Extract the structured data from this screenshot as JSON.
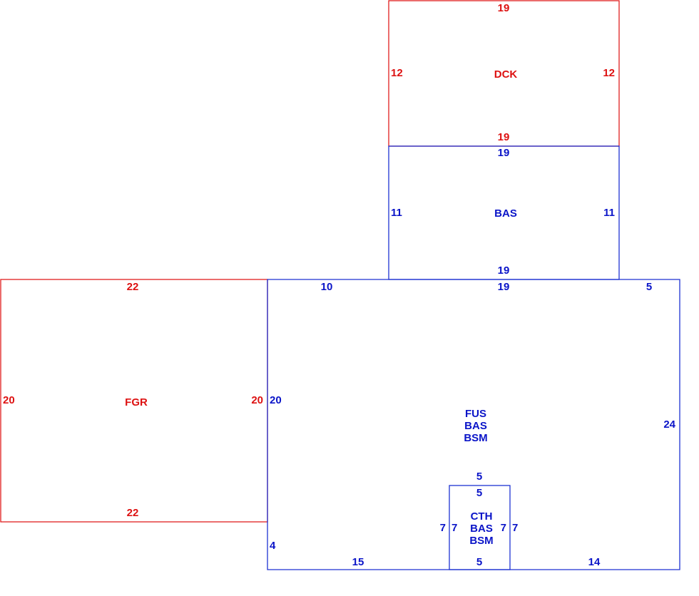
{
  "colors": {
    "red": "#dd1111",
    "blue": "#0a14c8"
  },
  "deck": {
    "code": "DCK",
    "top": "19",
    "bottom": "19",
    "left": "12",
    "right": "12"
  },
  "upper_bas": {
    "code": "BAS",
    "top": "19",
    "bottom": "19",
    "left": "11",
    "right": "11"
  },
  "garage": {
    "code": "FGR",
    "top": "22",
    "bottom": "22",
    "left": "20",
    "right": "20"
  },
  "main": {
    "codes": [
      "FUS",
      "BAS",
      "BSM"
    ],
    "top_left": "10",
    "top_mid": "19",
    "top_right": "5",
    "left_upper": "20",
    "left_lower": "4",
    "right": "24",
    "bottom_left": "15",
    "bottom_right": "14"
  },
  "cth": {
    "codes": [
      "CTH",
      "BAS",
      "BSM"
    ],
    "top_out": "5",
    "top_in": "5",
    "bottom": "5",
    "left_out": "7",
    "left_in": "7",
    "right_in": "7",
    "right_out": "7"
  }
}
